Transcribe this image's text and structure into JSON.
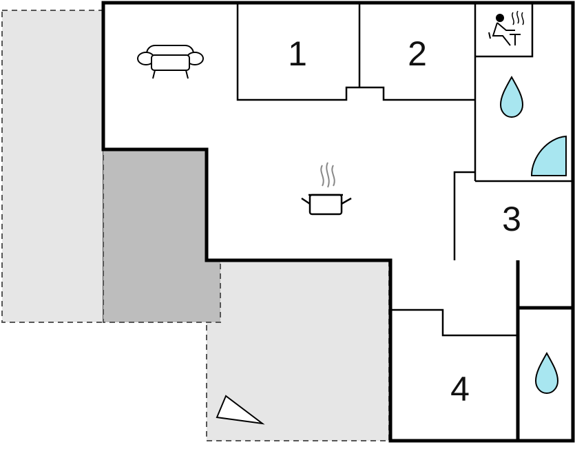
{
  "floor_plan": {
    "room_numbers": [
      "1",
      "2",
      "3",
      "4"
    ],
    "icons": {
      "living_room": "sofa-icon",
      "kitchen": "cooking-pot-icon",
      "sauna": "sauna-icon",
      "bathroom_1": "water-drop-icon",
      "bathroom_2": "water-drop-icon",
      "shower": "quarter-circle-shower-icon",
      "terrace": "triangle-marker-icon"
    },
    "colors": {
      "wall": "#000000",
      "terrace_fill": "#e6e6e6",
      "covered_terrace_fill": "#bdbdbd",
      "water_fill": "#a8e6f0",
      "dashed_outline": "#555555"
    }
  }
}
